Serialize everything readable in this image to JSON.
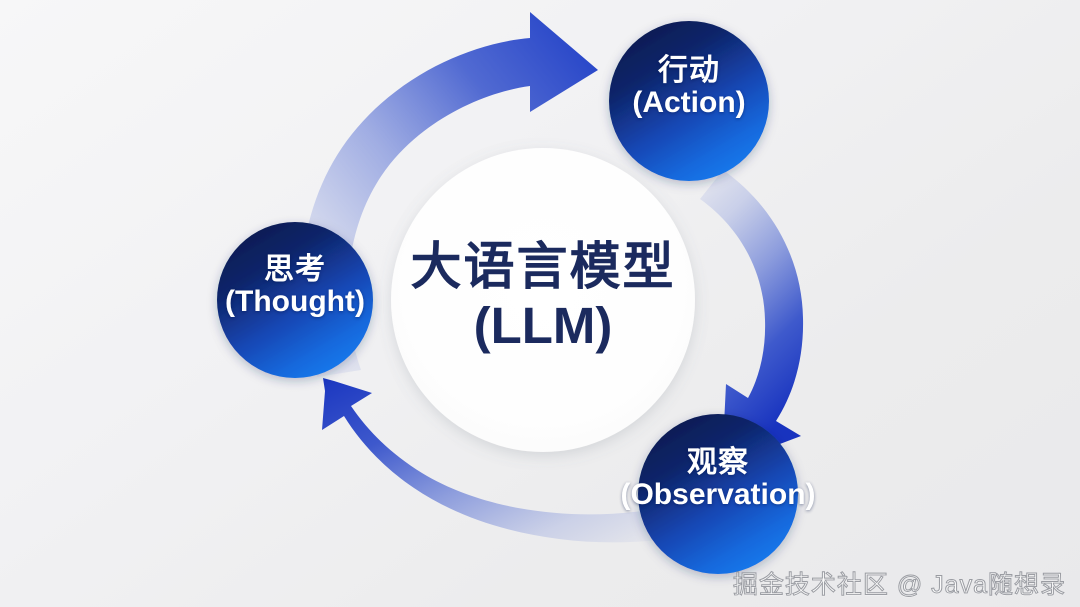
{
  "diagram": {
    "title_cn": "大语言模型",
    "title_en": "(LLM)",
    "center": {
      "name": "llm-core",
      "label_cn": "大语言模型",
      "label_en": "(LLM)",
      "text_color": "#1b2a5e",
      "fill": "#ffffff"
    },
    "nodes": [
      {
        "id": "thought",
        "label_cn": "思考",
        "label_en": "(Thought)",
        "gradient_from": "#0d1d52",
        "gradient_to": "#1573e6",
        "text_color": "#ffffff"
      },
      {
        "id": "action",
        "label_cn": "行动",
        "label_en": "(Action)",
        "gradient_from": "#0d1d52",
        "gradient_to": "#1573e6",
        "text_color": "#ffffff"
      },
      {
        "id": "observation",
        "label_cn": "观察",
        "label_en": "(Observation)",
        "gradient_from": "#0d1d52",
        "gradient_to": "#1573e6",
        "text_color": "#ffffff"
      }
    ],
    "arrows": [
      {
        "id": "thought-to-action",
        "from": "thought",
        "to": "action",
        "color": "#2040c8"
      },
      {
        "id": "action-to-observation",
        "from": "action",
        "to": "observation",
        "color": "#1b3bc4"
      },
      {
        "id": "observation-to-thought",
        "from": "observation",
        "to": "thought",
        "color": "#1f3ec6"
      }
    ],
    "background_color": "#eeeef0",
    "accent_color": "#1573e6"
  },
  "watermark": {
    "text": "掘金技术社区 @ Java随想录"
  }
}
